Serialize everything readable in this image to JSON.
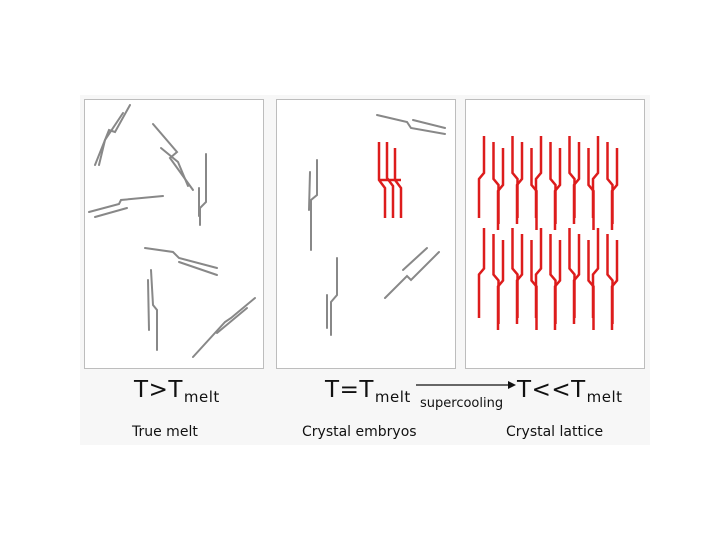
{
  "colors": {
    "melt_chain": "#888888",
    "crystal_chain": "#dd1c1c",
    "panel_border": "#bdbdbd"
  },
  "panels": [
    {
      "condition_symbol": "T",
      "condition_relation": ">",
      "condition_sub_symbol": "T",
      "condition_subscript": "melt",
      "caption": "True melt"
    },
    {
      "condition_symbol": "T",
      "condition_relation": "=",
      "condition_sub_symbol": "T",
      "condition_subscript": "melt",
      "caption": "Crystal embryos"
    },
    {
      "condition_symbol": "T",
      "condition_relation": "<<",
      "condition_sub_symbol": "T",
      "condition_subscript": "melt",
      "caption": "Crystal lattice"
    }
  ],
  "arrow": {
    "label": "supercooling"
  }
}
